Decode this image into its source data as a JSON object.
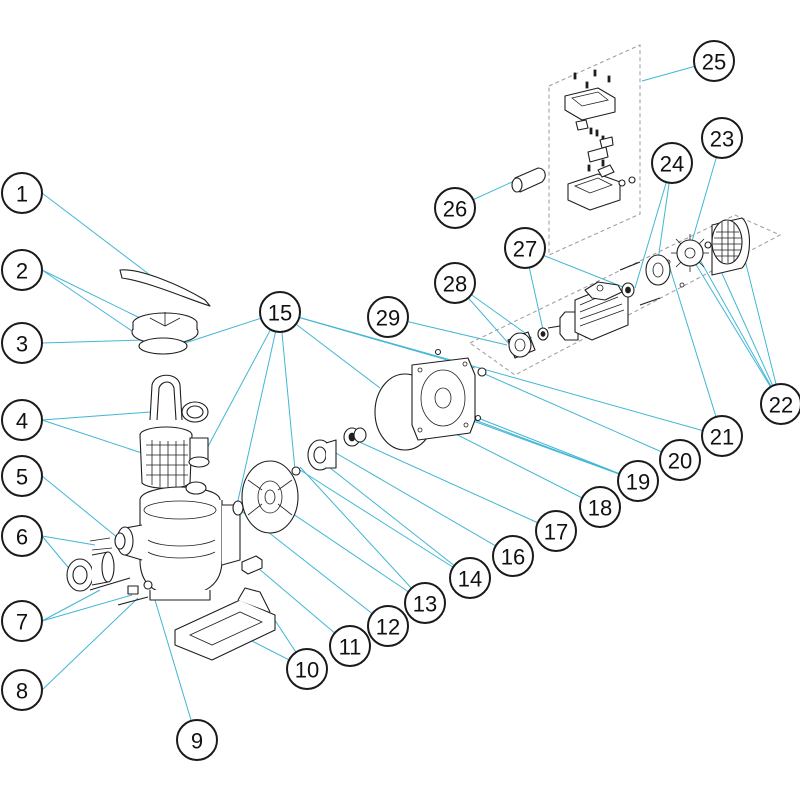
{
  "colors": {
    "leader_line": "#41b6d4",
    "part_outline": "#1f1f1f",
    "callout_border": "#1a1a1a",
    "background": "#ffffff"
  },
  "callouts": [
    {
      "id": "1",
      "label": "1"
    },
    {
      "id": "2",
      "label": "2"
    },
    {
      "id": "3",
      "label": "3"
    },
    {
      "id": "4",
      "label": "4"
    },
    {
      "id": "5",
      "label": "5"
    },
    {
      "id": "6",
      "label": "6"
    },
    {
      "id": "7",
      "label": "7"
    },
    {
      "id": "8",
      "label": "8"
    },
    {
      "id": "9",
      "label": "9"
    },
    {
      "id": "10",
      "label": "10"
    },
    {
      "id": "11",
      "label": "11"
    },
    {
      "id": "12",
      "label": "12"
    },
    {
      "id": "13",
      "label": "13"
    },
    {
      "id": "14",
      "label": "14"
    },
    {
      "id": "15",
      "label": "15"
    },
    {
      "id": "16",
      "label": "16"
    },
    {
      "id": "17",
      "label": "17"
    },
    {
      "id": "18",
      "label": "18"
    },
    {
      "id": "19",
      "label": "19"
    },
    {
      "id": "20",
      "label": "20"
    },
    {
      "id": "21",
      "label": "21"
    },
    {
      "id": "22",
      "label": "22"
    },
    {
      "id": "23",
      "label": "23"
    },
    {
      "id": "24",
      "label": "24"
    },
    {
      "id": "25",
      "label": "25"
    },
    {
      "id": "26",
      "label": "26"
    },
    {
      "id": "27",
      "label": "27"
    },
    {
      "id": "28",
      "label": "28"
    },
    {
      "id": "29",
      "label": "29"
    }
  ]
}
